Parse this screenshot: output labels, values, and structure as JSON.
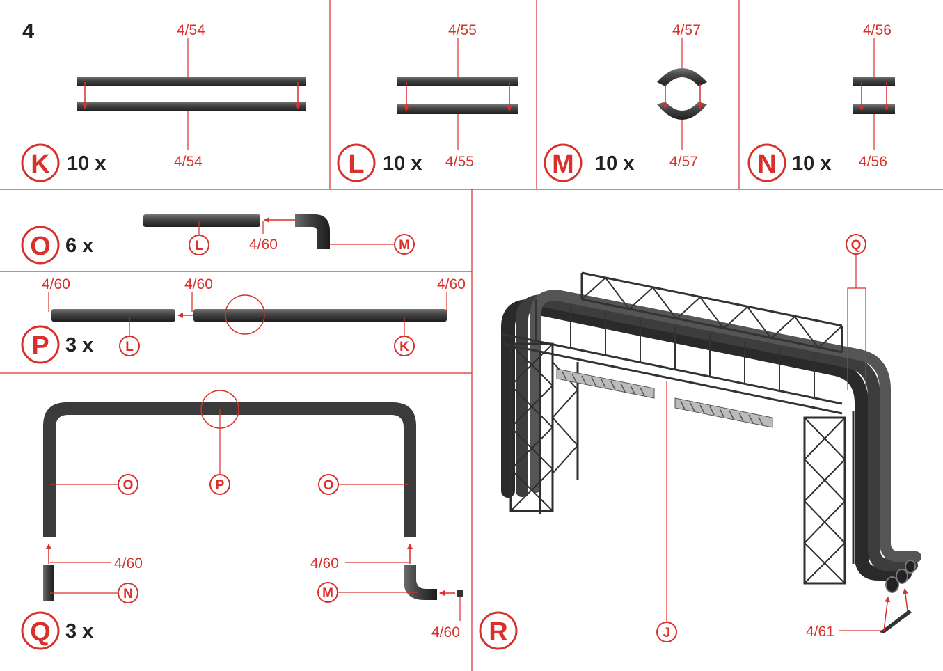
{
  "step_number": "4",
  "colors": {
    "accent": "#d8302a",
    "part": "#3a3a3a",
    "text": "#222222"
  },
  "panels": {
    "K": {
      "letter": "K",
      "count": "10 x",
      "ref_top": "4/54",
      "ref_bottom": "4/54"
    },
    "L": {
      "letter": "L",
      "count": "10 x",
      "ref_top": "4/55",
      "ref_bottom": "4/55"
    },
    "M": {
      "letter": "M",
      "count": "10 x",
      "ref_top": "4/57",
      "ref_bottom": "4/57"
    },
    "N": {
      "letter": "N",
      "count": "10 x",
      "ref_top": "4/56",
      "ref_bottom": "4/56"
    },
    "O": {
      "letter": "O",
      "count": "6 x",
      "ref": "4/60",
      "part_a": "L",
      "part_b": "M"
    },
    "P": {
      "letter": "P",
      "count": "3 x",
      "ref_left": "4/60",
      "ref_mid": "4/60",
      "ref_right": "4/60",
      "part_a": "L",
      "part_b": "K"
    },
    "Q": {
      "letter": "Q",
      "count": "3 x",
      "ref_left": "4/60",
      "ref_right": "4/60",
      "ref_bottom": "4/60",
      "part_o_left": "O",
      "part_p": "P",
      "part_o_right": "O",
      "part_n": "N",
      "part_m": "M"
    },
    "R": {
      "letter": "R",
      "part_q": "Q",
      "part_j": "J",
      "ref": "4/61"
    }
  }
}
